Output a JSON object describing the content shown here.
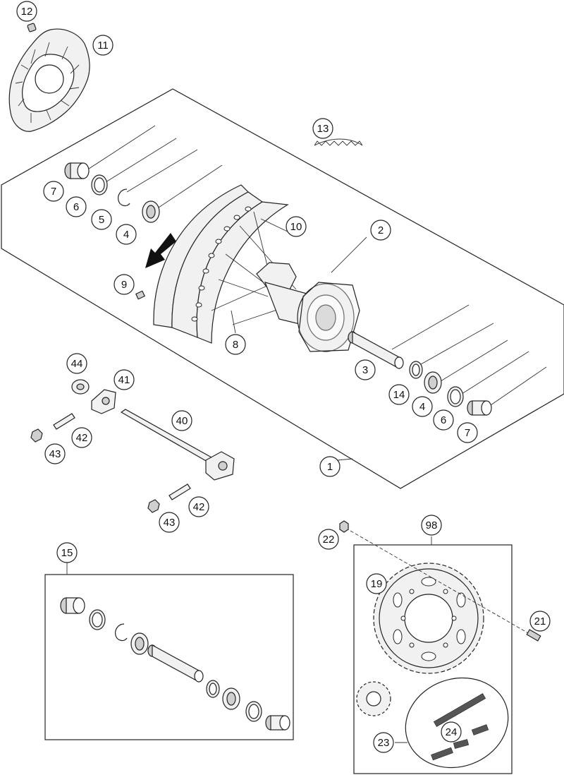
{
  "callouts": {
    "c1": "1",
    "c2": "2",
    "c3": "3",
    "c4a": "4",
    "c4b": "4",
    "c5": "5",
    "c6a": "6",
    "c6b": "6",
    "c7a": "7",
    "c7b": "7",
    "c8": "8",
    "c9": "9",
    "c10": "10",
    "c11": "11",
    "c12": "12",
    "c13": "13",
    "c14": "14",
    "c15": "15",
    "c19": "19",
    "c21": "21",
    "c22": "22",
    "c23": "23",
    "c24": "24",
    "c40": "40",
    "c41": "41",
    "c42a": "42",
    "c42b": "42",
    "c43a": "43",
    "c43b": "43",
    "c44": "44",
    "c98": "98"
  },
  "icons": {
    "arrow": "rotation-direction-arrow-icon"
  }
}
